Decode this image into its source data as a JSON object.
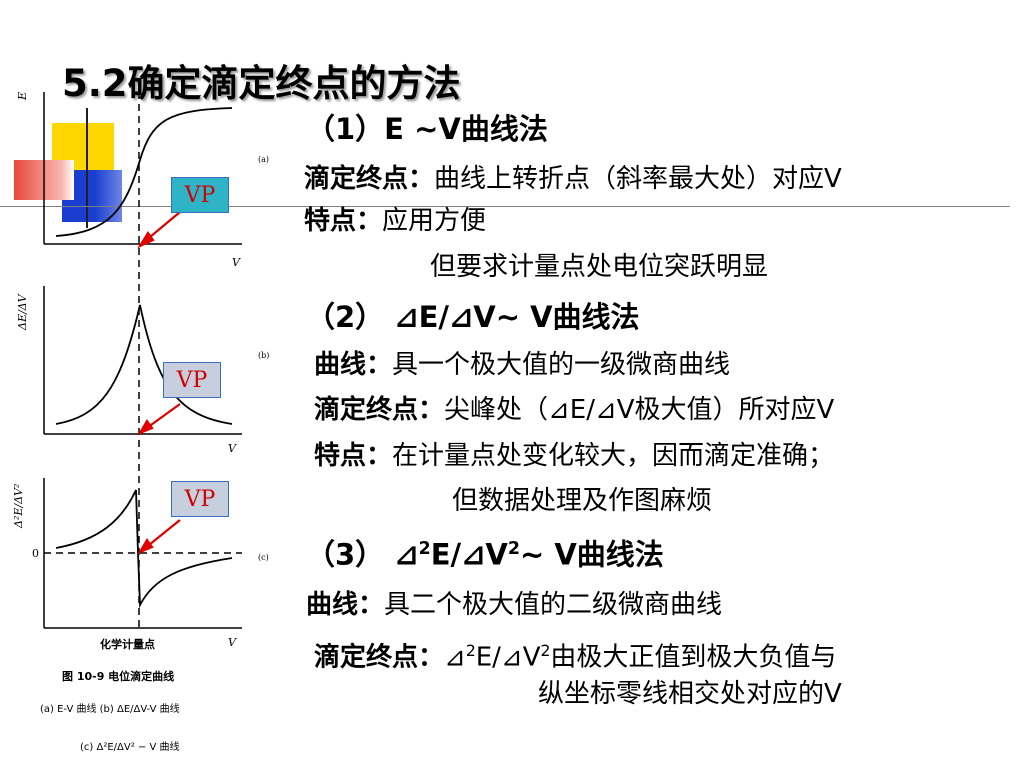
{
  "title": "5.2确定滴定终点的方法",
  "colors": {
    "deco_yellow": "#ffd700",
    "deco_blue": "#1a3fd0",
    "deco_red": "#e8463a",
    "vp_text": "#d10000",
    "arrow": "#e00000"
  },
  "figure": {
    "axis_label_a_y": "E",
    "axis_label_b_y": "ΔE/ΔV",
    "axis_label_c_y": "Δ²E/ΔV²",
    "axis_label_x": "V",
    "panel_a": "(a)",
    "panel_b": "(b)",
    "panel_c": "(c)",
    "zero_label": "0",
    "x_caption": "化学计量点",
    "caption": "图 10-9   电位滴定曲线",
    "legend_1": "(a)  E-V 曲线    (b)  ΔE/ΔV-V 曲线",
    "legend_2": "(c)  Δ²E/ΔV² − V 曲线",
    "vp_label": "VP"
  },
  "sections": {
    "s1": {
      "heading": "（1）E ~V曲线法",
      "endpoint_label": "滴定终点：",
      "endpoint_text": "曲线上转折点（斜率最大处）对应V",
      "feature_label": "特点：",
      "feature_text": "应用方便",
      "feature_text2": "但要求计量点处电位突跃明显"
    },
    "s2": {
      "heading": "（2） ⊿E/⊿V~ V曲线法",
      "curve_label": "曲线：",
      "curve_text": "具一个极大值的一级微商曲线",
      "endpoint_label": "滴定终点：",
      "endpoint_text": "尖峰处（⊿E/⊿V极大值）所对应V",
      "feature_label": "特点：",
      "feature_text": "在计量点处变化较大，因而滴定准确；",
      "feature_text2": "但数据处理及作图麻烦"
    },
    "s3": {
      "heading_pre": "（3） ⊿",
      "heading_sup1": "2",
      "heading_mid": "E/⊿V",
      "heading_sup2": "2",
      "heading_post": "~ V曲线法",
      "curve_label": "曲线：",
      "curve_text": "具二个极大值的二级微商曲线",
      "endpoint_label": "滴定终点：",
      "endpoint_pre": "⊿",
      "endpoint_sup1": "2",
      "endpoint_mid": "E/⊿V",
      "endpoint_sup2": "2",
      "endpoint_post": "由极大正值到极大负值与",
      "endpoint_text2": "纵坐标零线相交处对应的V"
    }
  }
}
